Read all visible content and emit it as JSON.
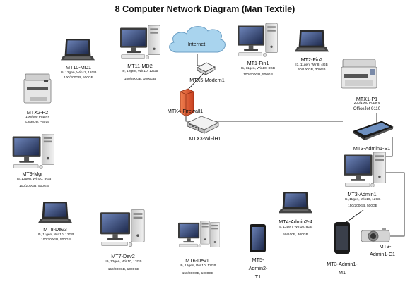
{
  "title": "8    Computer Network Diagram (Man Textile)",
  "nodes": {
    "internet": {
      "name": "Internet"
    },
    "modem": {
      "name": "MTX5-Modem1"
    },
    "firewall": {
      "name": "MTX4-Firewall1"
    },
    "wifi": {
      "name": "MTX3-WiFiH1"
    },
    "md1": {
      "name": "MT10-MD1",
      "spec1": "I5, 12gen, Win11, 12GB",
      "spec2": "100/200GB, 500GB"
    },
    "md2": {
      "name": "MT11-MD2",
      "spec1": "I9, 12gen, Win10, 12GB",
      "spec2": "150/300GB, 1000GB"
    },
    "fin1": {
      "name": "MT1-Fin1",
      "spec1": "I5, 11gen, Win10, 8GB",
      "spec2": "100/200GB, 500GB"
    },
    "fin2": {
      "name": "MT2-Fin2",
      "spec1": "I3, 11gen, Win8, 4GB",
      "spec2": "50/100GB, 300GB"
    },
    "p2": {
      "name": "MTX2-P2",
      "spec1": "100/600 Pupers",
      "spec2": "LaserJet P3015"
    },
    "p1": {
      "name": "MTX1-P1",
      "spec1": "200/1000 Pupers",
      "spec2": "OfficeJet 9110"
    },
    "s1": {
      "name": "MT3-Admin1-S1"
    },
    "mgr": {
      "name": "MT9-Mgr",
      "spec1": "I5, 12gen, Win10, 8GB",
      "spec2": "100/200GB, 500GB"
    },
    "admin1": {
      "name": "MT3-Admin1",
      "spec1": "I5, 11gen, Win10, 12GB",
      "spec2": "150/200GB, 500GB"
    },
    "dev3": {
      "name": "MT8-Dev3",
      "spec1": "I5, 11gen, Win10, 12GB",
      "spec2": "100/200GB, 500GB"
    },
    "admin24": {
      "name": "MT4-Admin2-4",
      "spec1": "I5, 12gen, Win10, 8GB",
      "spec2": "50/100B, 300GB"
    },
    "dev2": {
      "name": "MT7-Dev2",
      "spec1": "I9, 12gen, Win10, 12GB",
      "spec2": "150/300GB, 1000GB"
    },
    "dev1": {
      "name": "MT6-Dev1",
      "spec1": "I9, 12gen, Win10, 12GB",
      "spec2": "150/300GB, 1000GB"
    },
    "t1": {
      "name1": "MT5-",
      "name2": "Admin2-",
      "name3": "T1"
    },
    "m1": {
      "name1": "MT3-Admin1-",
      "name2": "M1"
    },
    "c1": {
      "name1": "MT3-",
      "name2": "Admin1-C1"
    }
  },
  "colors": {
    "line": "#000000",
    "cloud": "#a9d4ee",
    "firewall": "#e8643c",
    "screen": "#2c3e70",
    "case": "#d8d8d8",
    "laptop": "#2a2a2a"
  }
}
